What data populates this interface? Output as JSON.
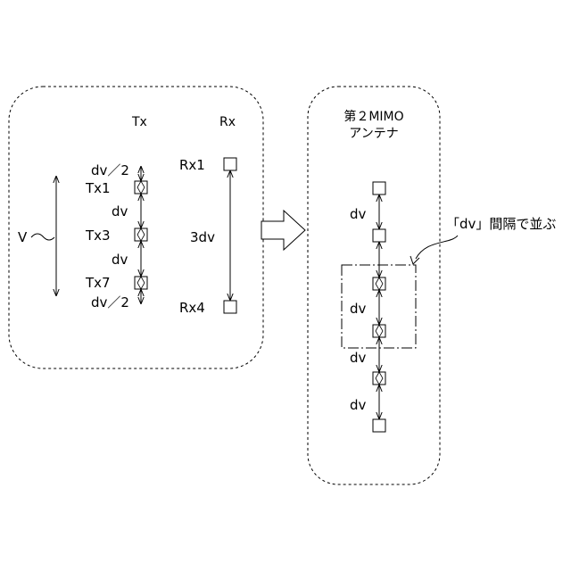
{
  "left_panel": {
    "tx_header": "Tx",
    "rx_header": "Rx",
    "half_spacing_top": "dv／2",
    "half_spacing_bottom": "dv／2",
    "tx_spacing_upper": "dv",
    "tx_spacing_lower": "dv",
    "velocity_label": "V",
    "rx_spacing": "3dv",
    "tx_elements": [
      "Tx1",
      "Tx3",
      "Tx7"
    ],
    "rx_elements": [
      "Rx1",
      "Rx4"
    ]
  },
  "right_panel": {
    "title_line1": "第２MIMO",
    "title_line2": "アンテナ",
    "spacings": [
      "dv",
      "dv",
      "dv",
      "dv"
    ],
    "callout": "「dv」間隔で並ぶ"
  }
}
